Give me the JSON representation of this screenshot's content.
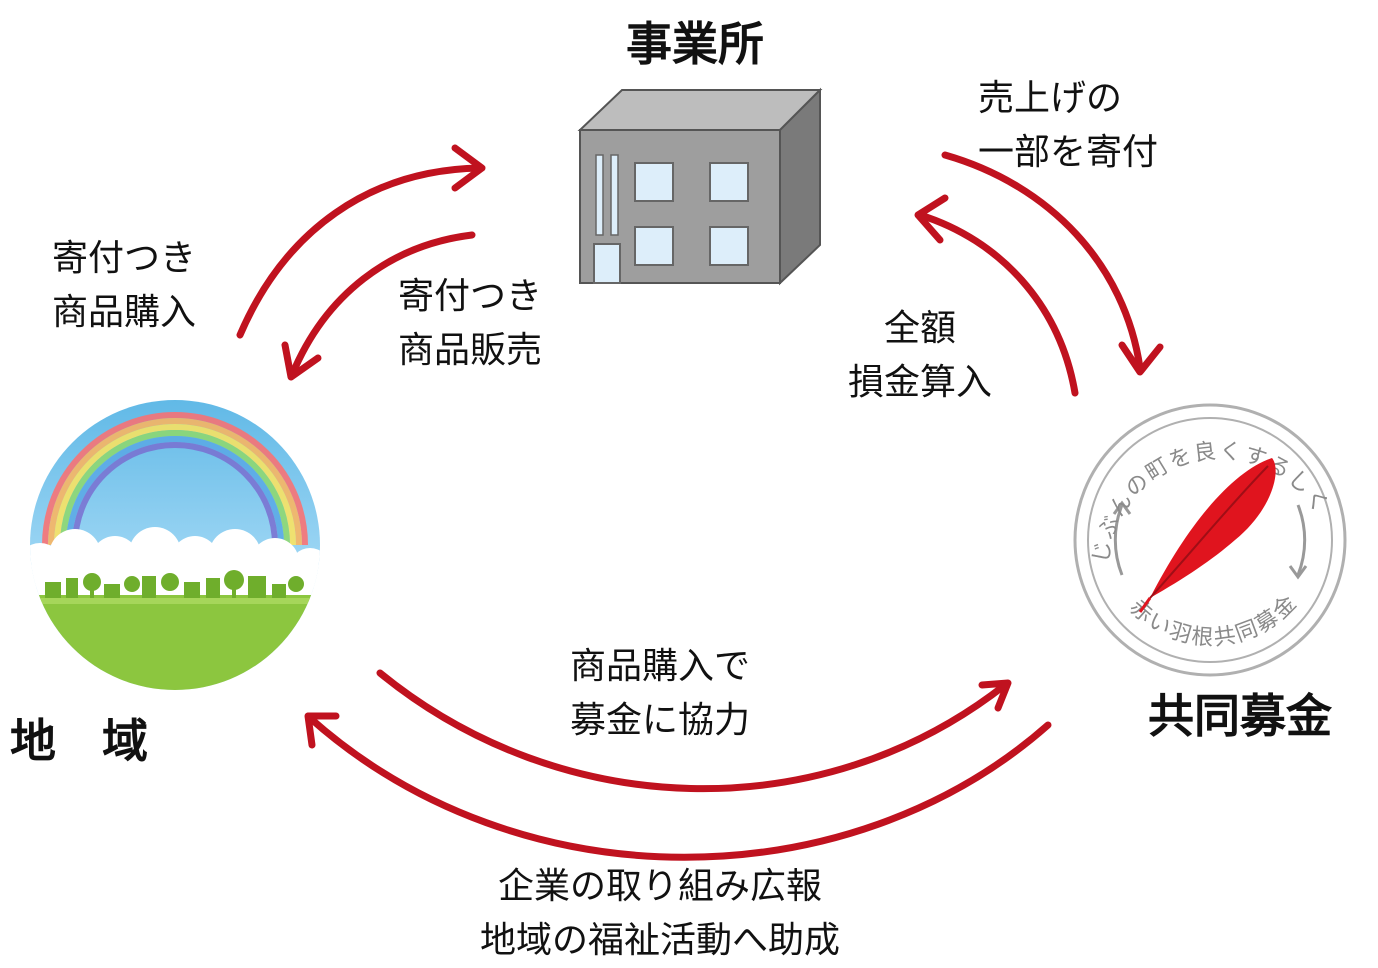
{
  "nodes": {
    "office": {
      "label": "事業所"
    },
    "region": {
      "label": "地　域"
    },
    "fund": {
      "label": "共同募金",
      "logo_arc_top": "じぶんの町を良くするしくみ。",
      "logo_arc_bottom": "赤い羽根共同募金"
    }
  },
  "edges": {
    "region_to_office": {
      "lines": [
        "寄付つき",
        "商品購入"
      ]
    },
    "office_to_region": {
      "lines": [
        "寄付つき",
        "商品販売"
      ]
    },
    "office_to_fund": {
      "lines": [
        "売上げの",
        "一部を寄付"
      ]
    },
    "fund_to_office": {
      "lines": [
        "全額",
        "損金算入"
      ]
    },
    "region_to_fund": {
      "lines": [
        "商品購入で",
        "募金に協力"
      ]
    },
    "fund_to_region": {
      "lines": [
        "企業の取り組み広報",
        "地域の福祉活動へ助成"
      ]
    }
  },
  "colors": {
    "arrow": "#c0121f",
    "building_front": "#9e9e9e",
    "building_side": "#7a7a7a",
    "building_top": "#bdbdbd",
    "window": "#ddeefa",
    "feather": "#e0141e",
    "logo_ring": "#a8a8a8",
    "sky": "#8fd0f0",
    "grass": "#8cc63f"
  },
  "icons": {
    "office": "office-building-icon",
    "region": "town-rainbow-icon",
    "fund": "red-feather-logo-icon"
  }
}
